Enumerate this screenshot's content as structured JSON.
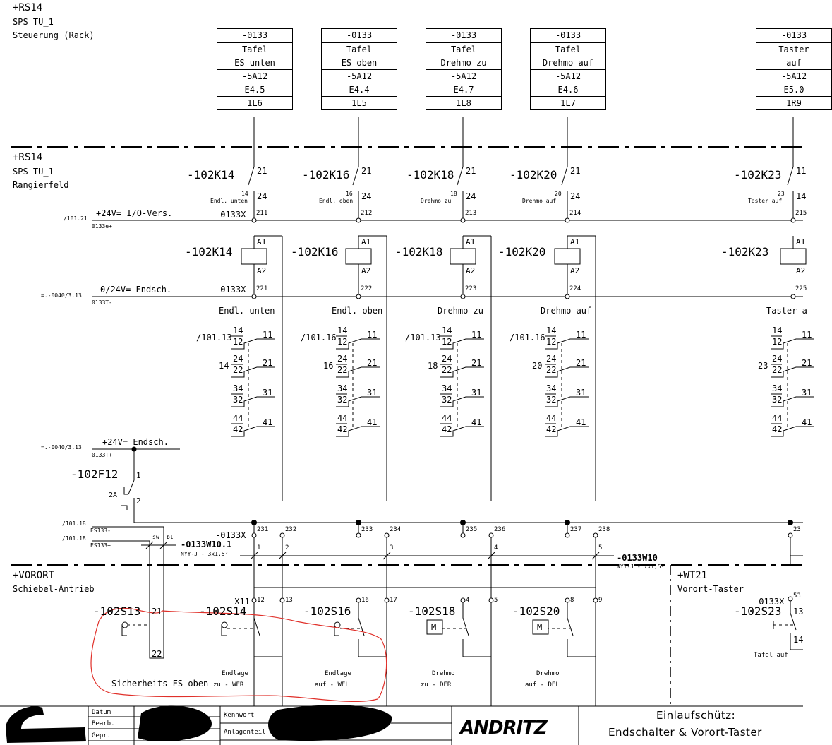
{
  "sections": {
    "rack": [
      "+RS14",
      "SPS TU_1",
      "Steuerung (Rack)"
    ],
    "rangier": [
      "+RS14",
      "SPS TU_1",
      "Rangierfeld"
    ],
    "vorort": [
      "+VORORT",
      "Schiebel-Antrieb"
    ],
    "wt21": [
      "+WT21",
      "Vorort-Taster"
    ]
  },
  "io_boxes": [
    {
      "device": "-0133",
      "type": "Tafel",
      "signal": "ES unten",
      "module": "-5A12",
      "address": "E4.5",
      "terminal": "1L6"
    },
    {
      "device": "-0133",
      "type": "Tafel",
      "signal": "ES oben",
      "module": "-5A12",
      "address": "E4.4",
      "terminal": "1L5"
    },
    {
      "device": "-0133",
      "type": "Tafel",
      "signal": "Drehmo zu",
      "module": "-5A12",
      "address": "E4.7",
      "terminal": "1L8"
    },
    {
      "device": "-0133",
      "type": "Tafel",
      "signal": "Drehmo auf",
      "module": "-5A12",
      "address": "E4.6",
      "terminal": "1L7"
    },
    {
      "device": "-0133",
      "type": "Taster",
      "signal": "auf",
      "module": "-5A12",
      "address": "E5.0",
      "terminal": "1R9"
    }
  ],
  "relay_contacts": [
    {
      "name": "-102K14",
      "t1": "21",
      "t2": "24",
      "num": "14",
      "desc": "Endl. unten",
      "term": "211"
    },
    {
      "name": "-102K16",
      "t1": "21",
      "t2": "24",
      "num": "16",
      "desc": "Endl. oben",
      "term": "212"
    },
    {
      "name": "-102K18",
      "t1": "21",
      "t2": "24",
      "num": "18",
      "desc": "Drehmo zu",
      "term": "213"
    },
    {
      "name": "-102K20",
      "t1": "21",
      "t2": "24",
      "num": "20",
      "desc": "Drehmo auf",
      "term": "214"
    },
    {
      "name": "-102K23",
      "t1": "11",
      "t2": "14",
      "num": "23",
      "desc": "Taster auf",
      "term": "215"
    }
  ],
  "relay_coils": [
    {
      "name": "-102K14",
      "a1": "A1",
      "a2": "A2",
      "term": "221",
      "label": "Endl. unten",
      "ref": "/101.13",
      "num": "14"
    },
    {
      "name": "-102K16",
      "a1": "A1",
      "a2": "A2",
      "term": "222",
      "label": "Endl. oben",
      "ref": "/101.16",
      "num": "16"
    },
    {
      "name": "-102K18",
      "a1": "A1",
      "a2": "A2",
      "term": "223",
      "label": "Drehmo zu",
      "ref": "/101.13",
      "num": "18"
    },
    {
      "name": "-102K20",
      "a1": "A1",
      "a2": "A2",
      "term": "224",
      "label": "Drehmo auf",
      "ref": "/101.16",
      "num": "20"
    },
    {
      "name": "-102K23",
      "a1": "A1",
      "a2": "A2",
      "term": "225",
      "label": "Taster a",
      "ref": "",
      "num": "23"
    }
  ],
  "contact_table": {
    "rows": [
      {
        "a": "14",
        "b": "12",
        "c": "11"
      },
      {
        "a": "24",
        "b": "22",
        "c": "21"
      },
      {
        "a": "34",
        "b": "32",
        "c": "31"
      },
      {
        "a": "44",
        "b": "42",
        "c": "41"
      }
    ]
  },
  "rails": {
    "io_supply": {
      "ref": "/101.21",
      "label": "+24V= I/O-Vers.",
      "sub": "0133e+",
      "term": "-0133X"
    },
    "endsch_0v": {
      "ref": "=.-0040/3.13",
      "label": "0/24V= Endsch.",
      "sub": "0133T-",
      "term": "-0133X"
    },
    "endsch_24v": {
      "ref": "=.-0040/3.13",
      "label": "+24V= Endsch.",
      "sub": "0133T+"
    }
  },
  "fuse": {
    "name": "-102F12",
    "rating": "2A",
    "t1": "1",
    "t2": "2"
  },
  "terminal_strip": {
    "name": "-0133X",
    "terms": [
      "231",
      "232",
      "233",
      "234",
      "235",
      "236",
      "237",
      "238",
      "23"
    ]
  },
  "cables": {
    "w10": {
      "name": "-0133W10",
      "spec": "NYY-J - 7x1,5²",
      "cores": [
        "1",
        "2",
        "3",
        "4",
        "5"
      ]
    },
    "w10_1": {
      "name": "-0133W10.1",
      "spec": "NYY-J - 3x1,5²",
      "cores": [
        "sw",
        "bl"
      ]
    },
    "es_minus": {
      "ref": "/101.18",
      "label": "ES133-"
    },
    "es_plus": {
      "ref": "/101.18",
      "label": "ES133+"
    }
  },
  "field_terminals": {
    "name": "-X11",
    "terms": [
      "12",
      "13",
      "16",
      "17",
      "4",
      "5",
      "8",
      "9"
    ]
  },
  "field_devices": [
    {
      "name": "-102S13",
      "t1": "21",
      "t2": "22",
      "desc": ""
    },
    {
      "name": "-102S14",
      "t1": "",
      "t2": "",
      "desc1": "Endlage",
      "desc2": "zu - WER"
    },
    {
      "name": "-102S16",
      "t1": "",
      "t2": "",
      "desc1": "Endlage",
      "desc2": "auf - WEL"
    },
    {
      "name": "-102S18",
      "t1": "",
      "t2": "",
      "desc1": "Drehmo",
      "desc2": "zu - DER"
    },
    {
      "name": "-102S20",
      "t1": "",
      "t2": "",
      "desc1": "Drehmo",
      "desc2": "auf - DEL"
    },
    {
      "name": "-102S23",
      "t1": "13",
      "t2": "14",
      "desc1": "Tafel auf",
      "desc2": ""
    }
  ],
  "wt21_term": {
    "name": "-0133X",
    "term": "53"
  },
  "annotation": "Sicherheits-ES oben",
  "title_block": {
    "labels": [
      "Datum",
      "Bearb.",
      "Gepr."
    ],
    "kennwort": "Kennwort",
    "anlagenteil": "Anlagenteil",
    "logo": "ANDRITZ",
    "title1": "Einlaufschütz:",
    "title2": "Endschalter & Vorort-Taster"
  },
  "colors": {
    "line": "#000000",
    "annotation": "#e0302a"
  }
}
